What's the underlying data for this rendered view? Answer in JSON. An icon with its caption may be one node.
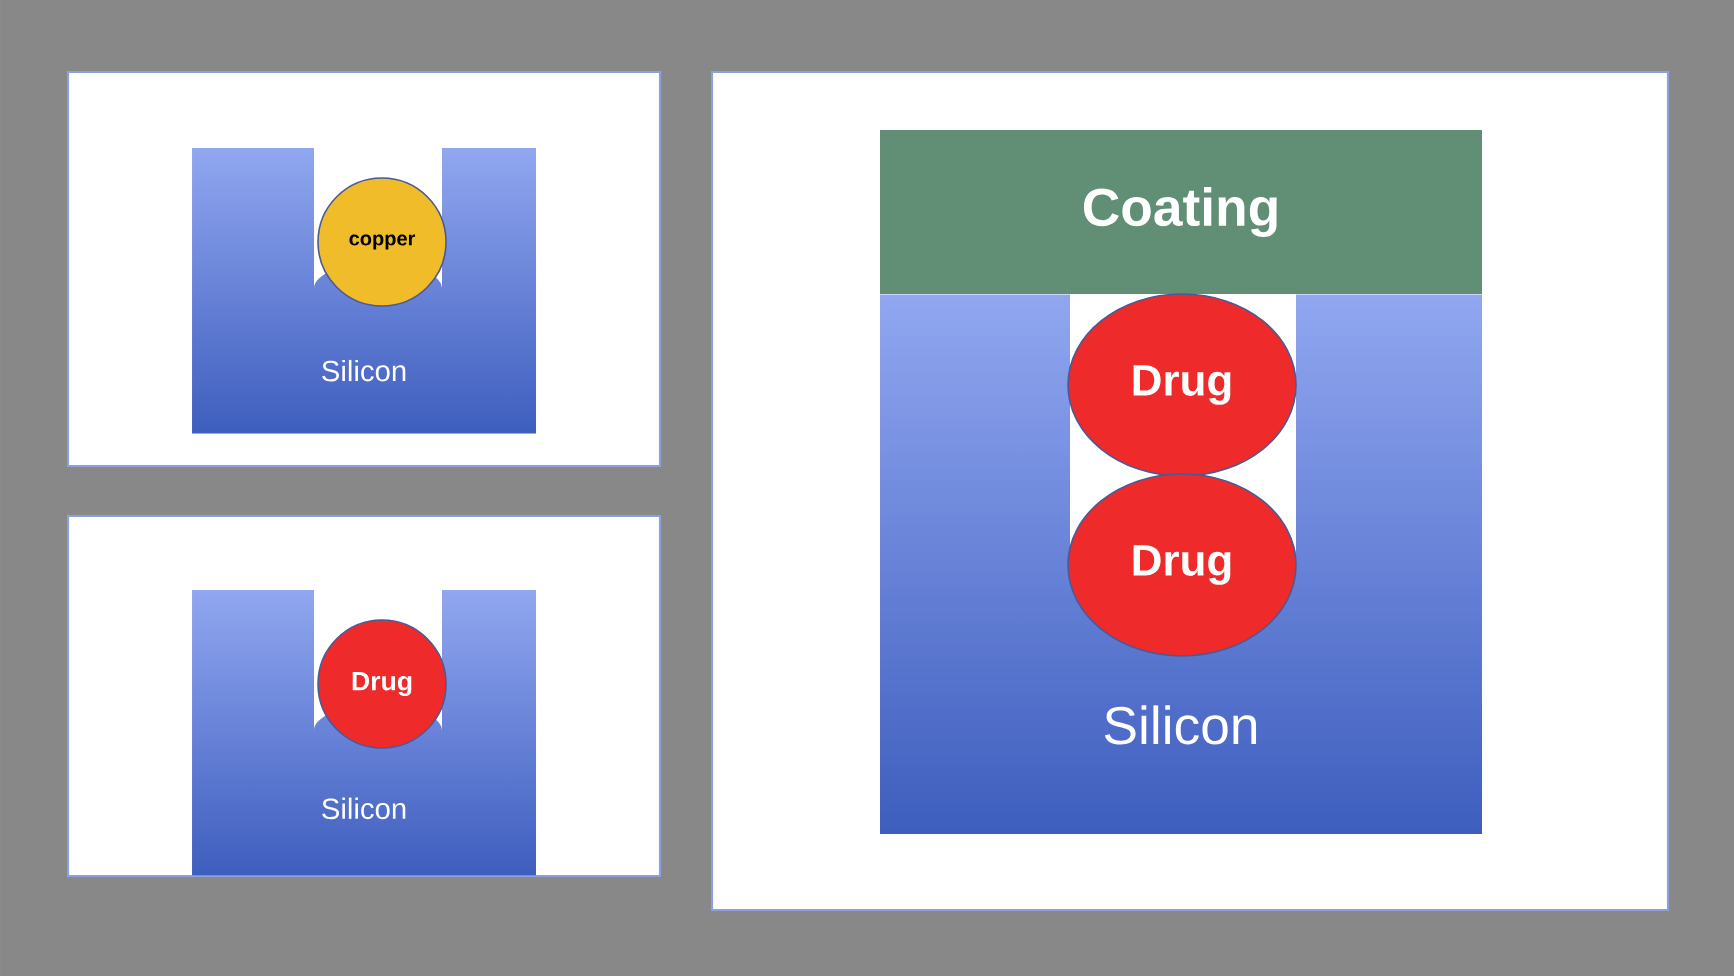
{
  "diagram": {
    "nodes": [
      {
        "text": [],
        "shape": "box"
      },
      {
        "text": [
          "Silicon"
        ],
        "in": 0
      },
      {
        "text": [
          "copper"
        ],
        "in": 0
      },
      {
        "text": [],
        "shape": "box"
      },
      {
        "text": [
          "Silicon"
        ],
        "in": 3
      },
      {
        "text": [
          "Drug"
        ],
        "in": 3
      },
      {
        "text": [],
        "shape": "box"
      },
      {
        "text": [
          "Coating"
        ],
        "in": 6
      },
      {
        "text": [
          "Silicon"
        ],
        "in": 6
      },
      {
        "text": [
          "Drug"
        ],
        "in": 6
      },
      {
        "text": [
          "Drug"
        ],
        "in": 6
      }
    ]
  }
}
